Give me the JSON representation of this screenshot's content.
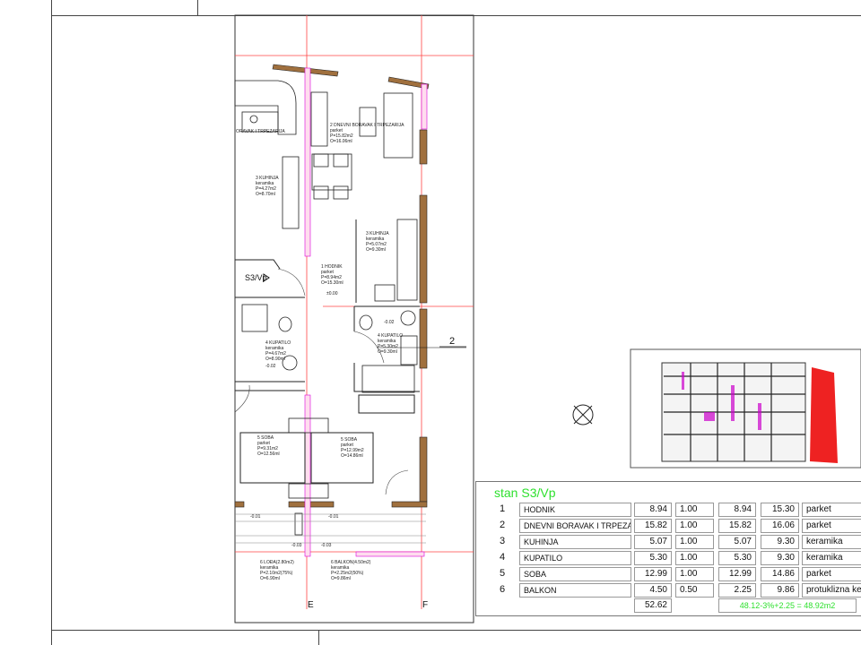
{
  "plan": {
    "unit_tag": "S3/Vp",
    "axis_labels": [
      "E",
      "F",
      "2"
    ],
    "rooms": [
      {
        "lines": [
          "2 DNEVNI BORAVAK I TRPEZARIJA",
          "parket",
          "P=15.82m2",
          "O=16.06ml"
        ]
      },
      {
        "lines": [
          "3 KUHINJA",
          "keramika",
          "P=4.27m2",
          "O=8.70ml"
        ]
      },
      {
        "lines": [
          "3 KUHINJA",
          "keramika",
          "P=5.07m2",
          "O=9.30ml"
        ]
      },
      {
        "lines": [
          "1 HODNIK",
          "parket",
          "P=8.94m2",
          "O=15.30ml"
        ]
      },
      {
        "lines": [
          "4 KUPATILO",
          "keramika",
          "P=4.67m2",
          "O=8.90ml"
        ]
      },
      {
        "lines": [
          "4 KUPATILO",
          "keramika",
          "P=5.30m2",
          "O=9.30ml"
        ]
      },
      {
        "lines": [
          "5 SOBA",
          "parket",
          "P=9.31m2",
          "O=12.56ml"
        ]
      },
      {
        "lines": [
          "5 SOBA",
          "parket",
          "P=12.99m2",
          "O=14.86ml"
        ]
      },
      {
        "lines": [
          "6 LOĐA(2.80m2)",
          "keramika",
          "P=2.10m2(75%)",
          "O=6.90ml"
        ]
      },
      {
        "lines": [
          "6 BALKON(4.50m2)",
          "keramika",
          "P=2.25m2(50%)",
          "O=9.86ml"
        ]
      }
    ],
    "partial_label": "ORAVAK I TRPEZARIJA",
    "levels": [
      "±0.00",
      "-0.02",
      "-0.02",
      "-0.01",
      "-0.01",
      "-0.03",
      "-0.03"
    ]
  },
  "table": {
    "title": "stan S3/Vp",
    "rows": [
      {
        "n": "1",
        "name": "HODNIK",
        "area": "8.94",
        "coef": "1.00",
        "net": "8.94",
        "perim": "15.30",
        "floor": "parket"
      },
      {
        "n": "2",
        "name": "DNEVNI BORAVAK I TRPEZARIJA",
        "area": "15.82",
        "coef": "1.00",
        "net": "15.82",
        "perim": "16.06",
        "floor": "parket"
      },
      {
        "n": "3",
        "name": "KUHINJA",
        "area": "5.07",
        "coef": "1.00",
        "net": "5.07",
        "perim": "9.30",
        "floor": "keramika"
      },
      {
        "n": "4",
        "name": "KUPATILO",
        "area": "5.30",
        "coef": "1.00",
        "net": "5.30",
        "perim": "9.30",
        "floor": "keramika"
      },
      {
        "n": "5",
        "name": "SOBA",
        "area": "12.99",
        "coef": "1.00",
        "net": "12.99",
        "perim": "14.86",
        "floor": "parket"
      },
      {
        "n": "6",
        "name": "BALKON",
        "area": "4.50",
        "coef": "0.50",
        "net": "2.25",
        "perim": "9.86",
        "floor": "protuklizna keramika"
      }
    ],
    "total": "52.62",
    "formula": "48.12-3%+2.25 = 48.92m2"
  }
}
